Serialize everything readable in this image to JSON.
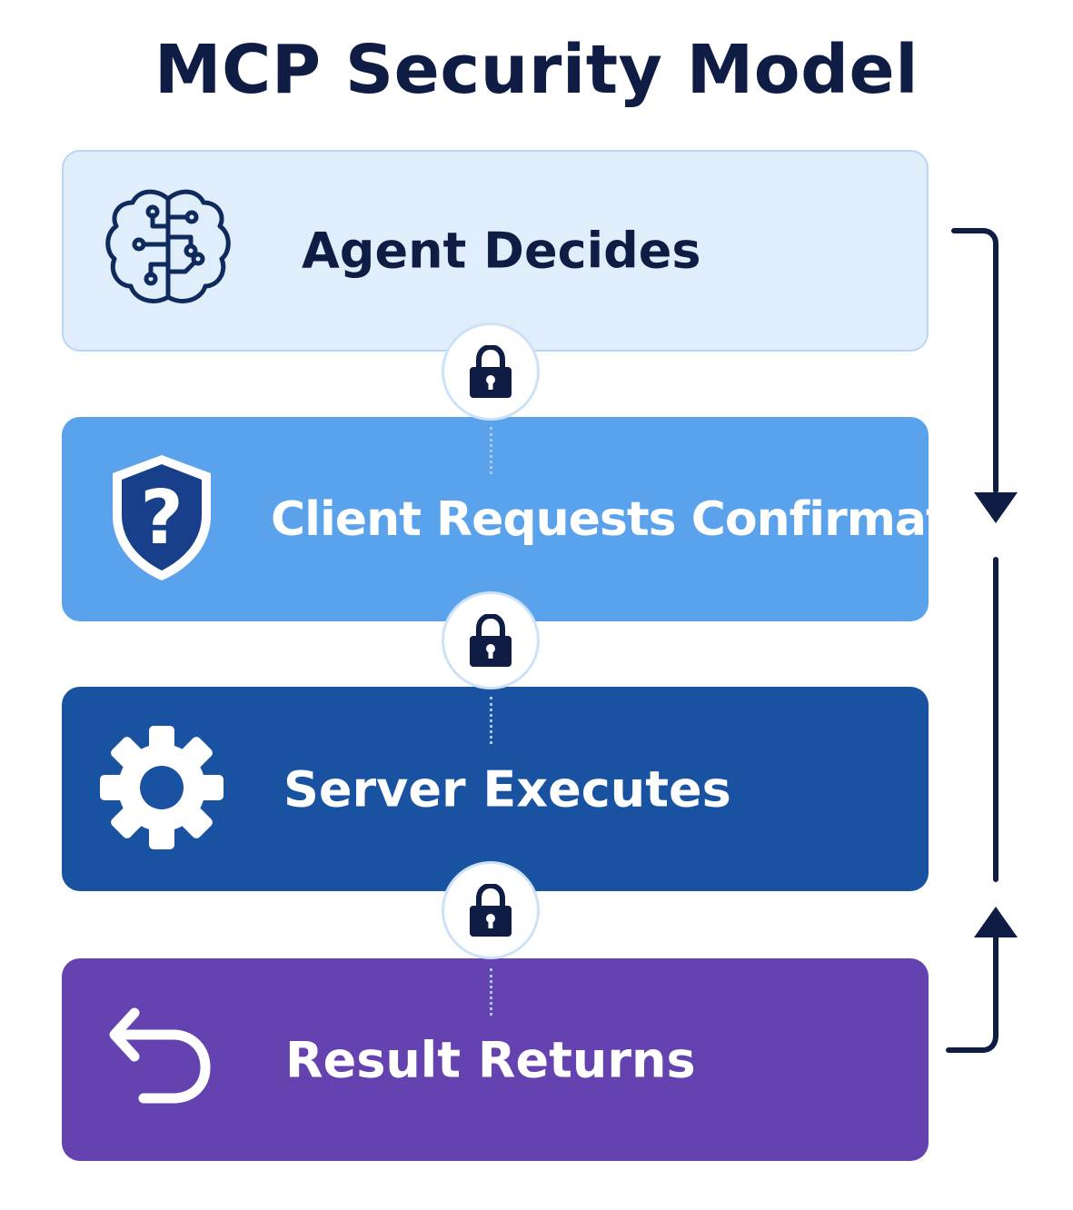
{
  "diagram": {
    "title": "MCP Security Model",
    "steps": [
      {
        "label": "Agent Decides",
        "icon": "brain-circuit-icon",
        "color": "#e0edfb",
        "text_color": "#0f1d45"
      },
      {
        "label": "Client Requests Confirmation",
        "icon": "shield-question-icon",
        "color": "#5aa3ec",
        "text_color": "#ffffff"
      },
      {
        "label": "Server Executes",
        "icon": "gear-icon",
        "color": "#1a52a2",
        "text_color": "#ffffff"
      },
      {
        "label": "Result Returns",
        "icon": "return-arrow-icon",
        "color": "#6443b1",
        "text_color": "#ffffff"
      }
    ],
    "connector_icon": "padlock-icon",
    "accent_color": "#0f1d45"
  }
}
